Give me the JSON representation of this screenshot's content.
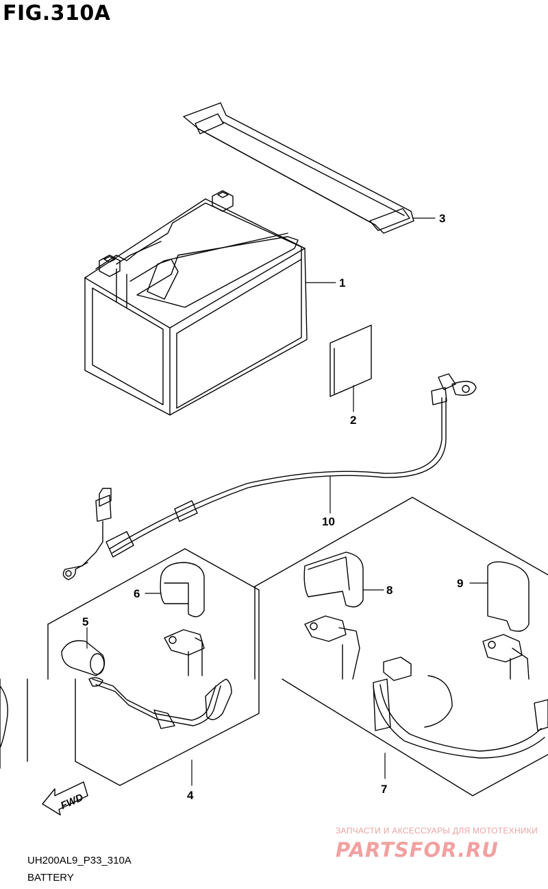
{
  "figure": {
    "title": "FIG.310A",
    "model_code": "UH200AL9_P33_310A",
    "name": "BATTERY"
  },
  "callouts": [
    {
      "id": "1",
      "part": "battery"
    },
    {
      "id": "2",
      "part": "battery-label-pad"
    },
    {
      "id": "3",
      "part": "battery-strap"
    },
    {
      "id": "4",
      "part": "cable-assembly-left"
    },
    {
      "id": "5",
      "part": "terminal-boot"
    },
    {
      "id": "6",
      "part": "terminal-cover"
    },
    {
      "id": "7",
      "part": "cable-assembly-right"
    },
    {
      "id": "8",
      "part": "terminal-cover"
    },
    {
      "id": "9",
      "part": "terminal-cover"
    },
    {
      "id": "10",
      "part": "lead-wire"
    }
  ],
  "direction_badge": "FWD",
  "watermark": {
    "line": "ЗАПЧАСТИ И АКСЕССУАРЫ ДЛЯ МОТОТЕХНИКИ",
    "brand": "PARTSFOR.RU"
  }
}
